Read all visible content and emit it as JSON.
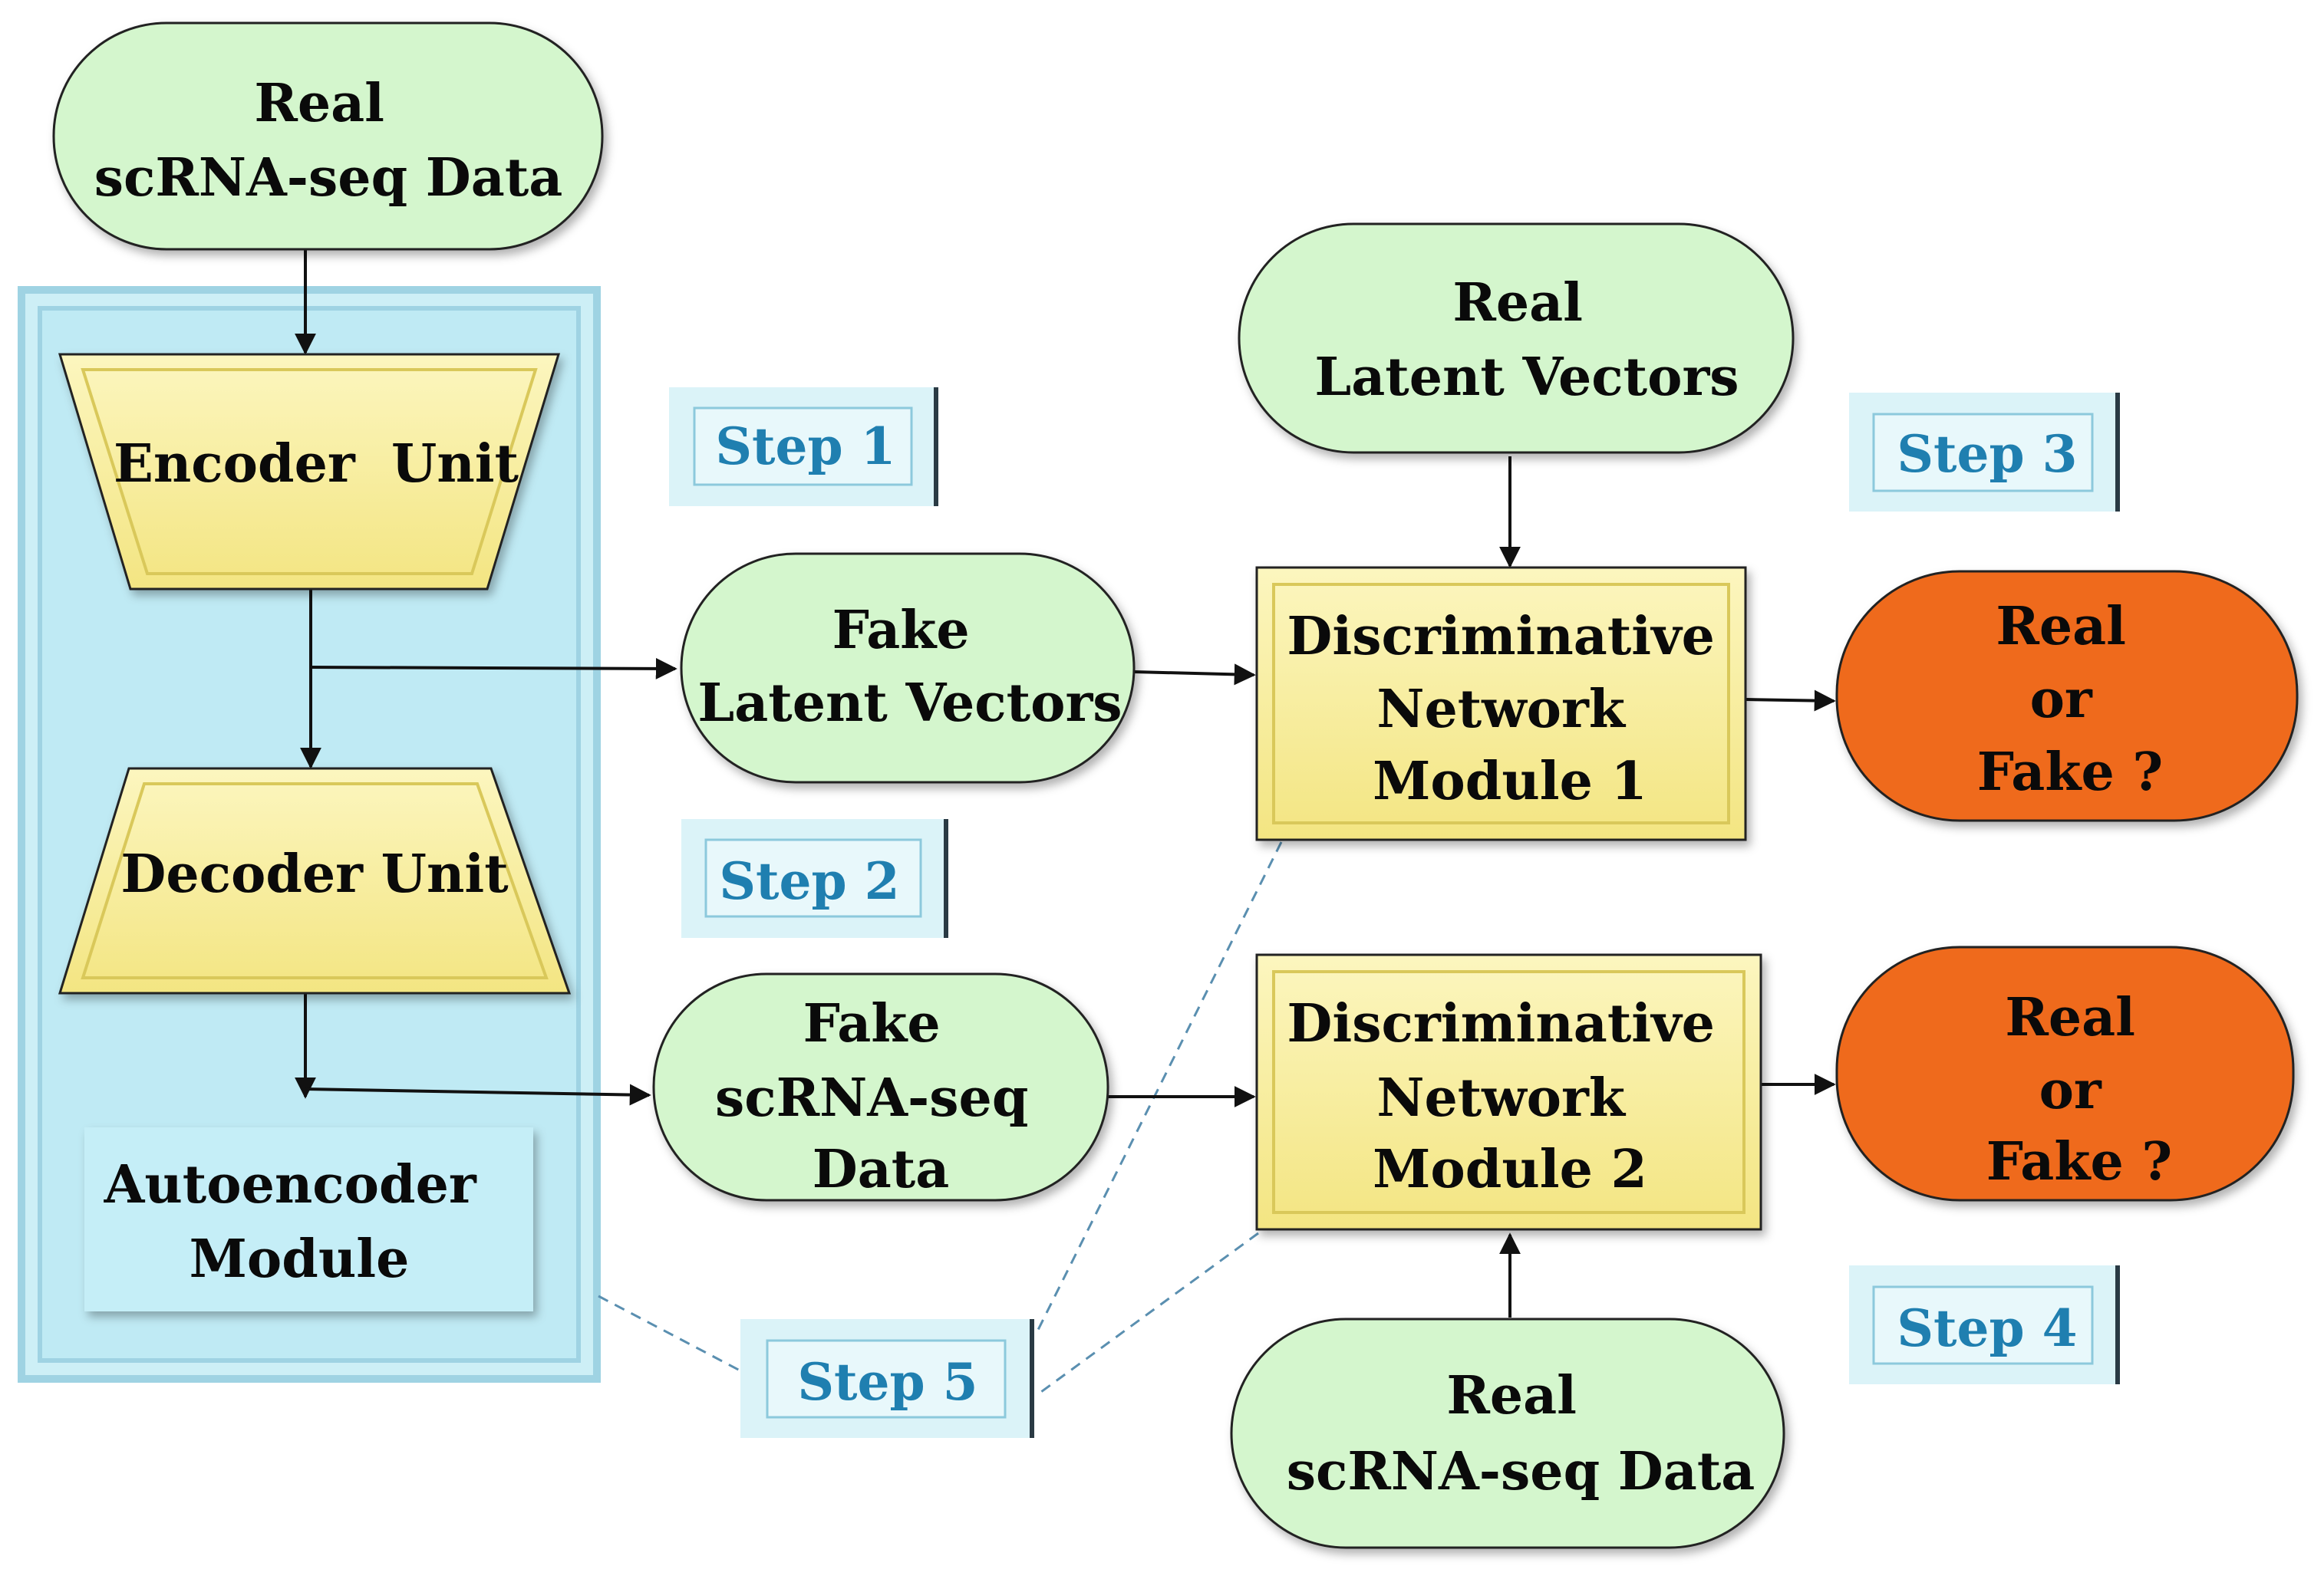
{
  "nodes": {
    "real_scrna_top": [
      "Real",
      "scRNA-seq Data"
    ],
    "encoder": [
      "Encoder  Unit"
    ],
    "decoder": [
      "Decoder Unit"
    ],
    "autoencoder_module": [
      "Autoencoder",
      "Module"
    ],
    "fake_latent": [
      "Fake",
      "Latent Vectors"
    ],
    "fake_scrna": [
      "Fake",
      "scRNA-seq",
      "Data"
    ],
    "real_latent": [
      "Real",
      "Latent Vectors"
    ],
    "disc1": [
      "Discriminative",
      "Network",
      "Module 1"
    ],
    "disc2": [
      "Discriminative",
      "Network",
      "Module 2"
    ],
    "real_or_fake_1": [
      "Real",
      "or",
      "Fake ?"
    ],
    "real_or_fake_2": [
      "Real",
      "or",
      "Fake ?"
    ],
    "real_scrna_bottom": [
      "Real",
      "scRNA-seq Data"
    ]
  },
  "steps": {
    "step1": "Step 1",
    "step2": "Step 2",
    "step3": "Step 3",
    "step4": "Step 4",
    "step5": "Step 5"
  },
  "colors": {
    "terminal_green": "#d4f6cd",
    "process_yellow": "#f8ed95",
    "output_orange": "#ef6a1a",
    "module_cyan": "#c6eef7",
    "step_text_blue": "#1f7fb0"
  }
}
